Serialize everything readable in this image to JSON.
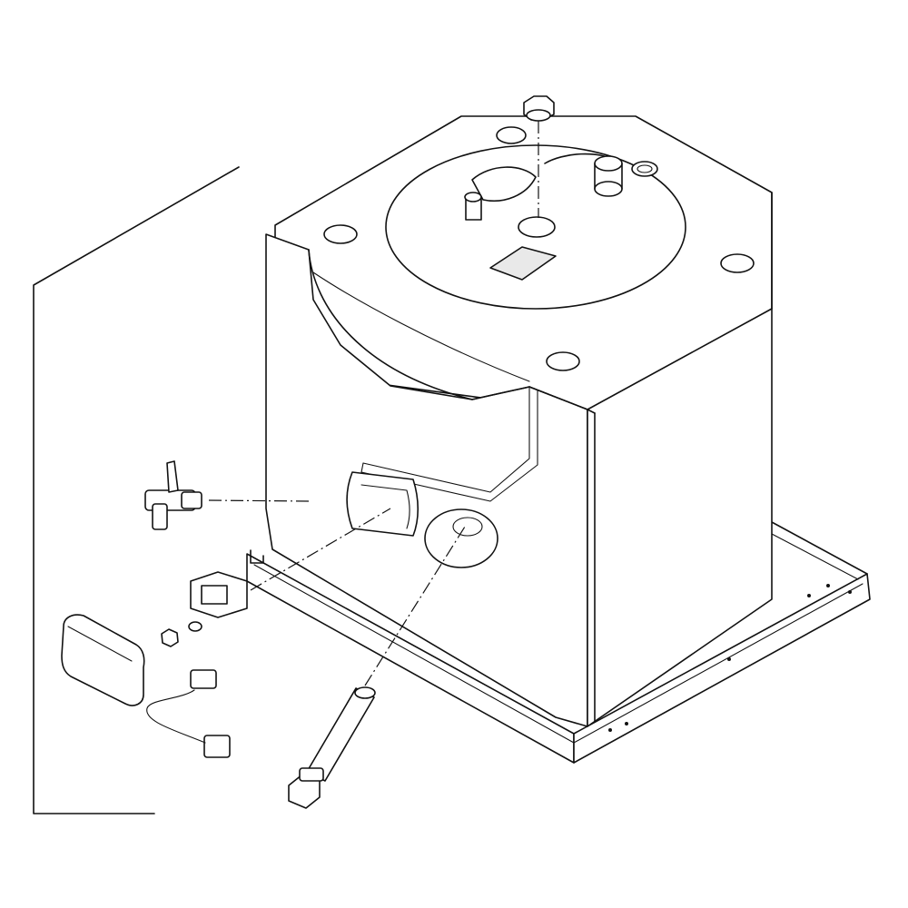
{
  "diagram": {
    "type": "exploded-view-line-drawing",
    "colors": {
      "line": "#111111",
      "background": "#ffffff",
      "shade": "#e9e9e9"
    },
    "parts": [
      "storage-tank-cabinet",
      "base-tray",
      "top-plug",
      "top-port-stub-left",
      "top-port-stub-right",
      "drain-valve",
      "thermostat-bracket",
      "nut",
      "washer",
      "thermostat-cover-cap",
      "sensor-cable-connector",
      "immersion-heater-rod"
    ]
  }
}
